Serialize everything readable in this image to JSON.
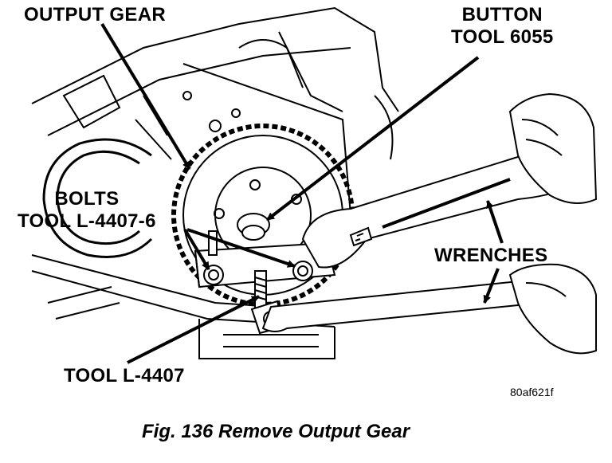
{
  "labels": {
    "output_gear": "OUTPUT GEAR",
    "button_tool_line1": "BUTTON",
    "button_tool_line2": "TOOL 6055",
    "bolts_line1": "BOLTS",
    "bolts_line2": "TOOL L-4407-6",
    "wrenches": "WRENCHES",
    "tool_l4407": "TOOL L-4407"
  },
  "reference_code": "80af621f",
  "caption": "Fig. 136 Remove Output Gear",
  "colors": {
    "ink": "#000000",
    "paper": "#ffffff"
  }
}
